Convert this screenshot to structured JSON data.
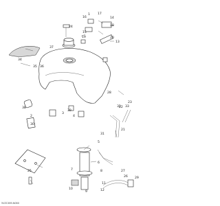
{
  "diagram": {
    "code": "5VZC389-N080",
    "labels": [
      "1",
      "2",
      "3",
      "4",
      "5",
      "6",
      "7",
      "8",
      "9",
      "10",
      "11",
      "12",
      "13",
      "14",
      "15",
      "16",
      "17",
      "18",
      "19",
      "20",
      "21",
      "22",
      "23",
      "24",
      "25",
      "26",
      "27",
      "28",
      "29",
      "30",
      "31",
      "32",
      "33",
      "34",
      "35",
      "36",
      "37",
      "38",
      "39"
    ]
  }
}
